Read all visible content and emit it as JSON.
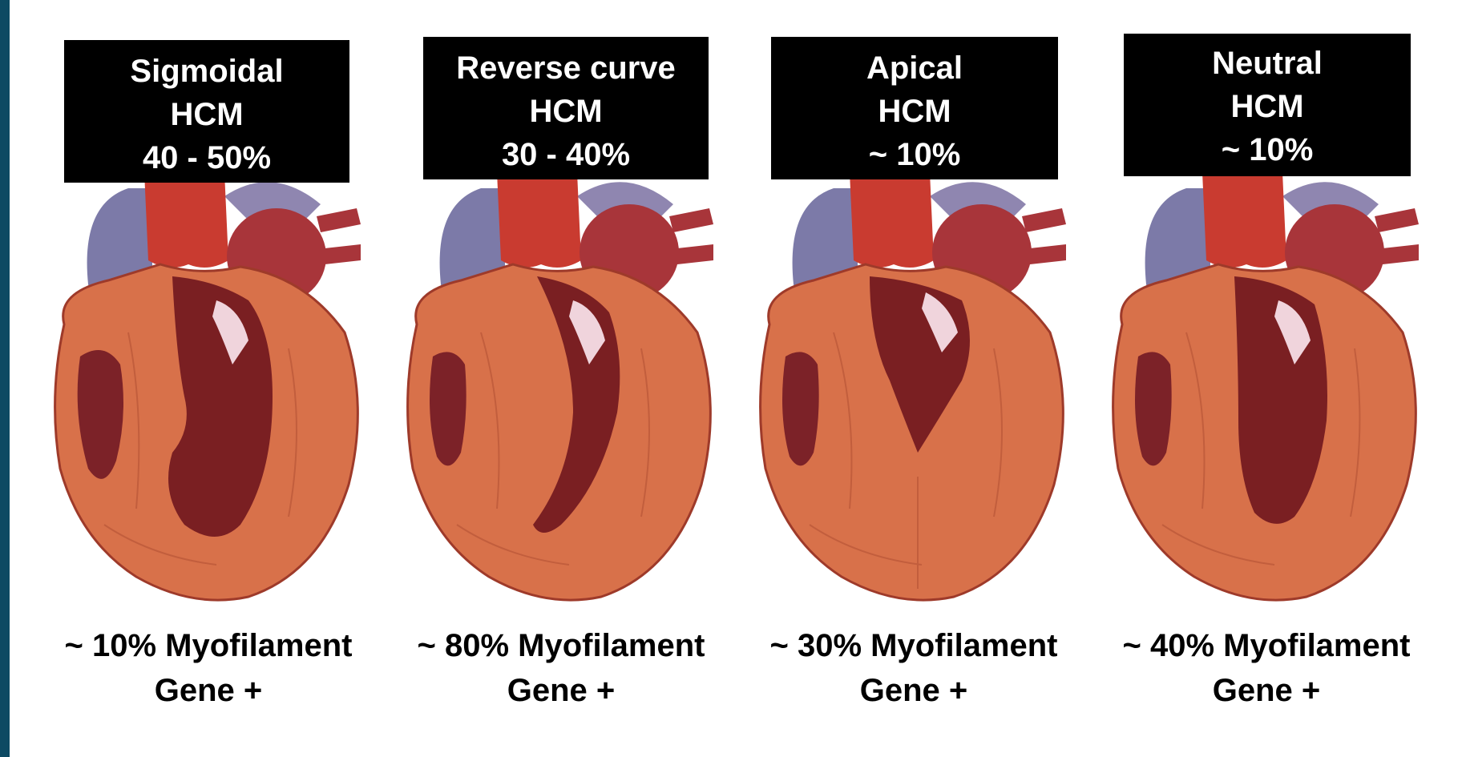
{
  "colors": {
    "frame": "#0d4a63",
    "background": "#ffffff",
    "label_bg": "#000000",
    "label_text": "#ffffff",
    "myocardium": "#d9734a",
    "cavity": "#7a1f22",
    "aorta": "#c8382f",
    "atrium": "#8a2a30",
    "vein": "#6e6e9e"
  },
  "panels": [
    {
      "id": "sigmoidal",
      "title_line1": "Sigmoidal",
      "title_line2": "HCM",
      "prevalence": "40 - 50%",
      "caption_line1": "~ 10% Myofilament",
      "caption_line2": "Gene +",
      "icon": "heart-cross-section-sigmoidal-icon"
    },
    {
      "id": "reverse-curve",
      "title_line1": "Reverse curve",
      "title_line2": "HCM",
      "prevalence": "30 - 40%",
      "caption_line1": "~ 80% Myofilament",
      "caption_line2": "Gene +",
      "icon": "heart-cross-section-reverse-curve-icon"
    },
    {
      "id": "apical",
      "title_line1": "Apical",
      "title_line2": "HCM",
      "prevalence": "~ 10%",
      "caption_line1": "~ 30% Myofilament",
      "caption_line2": "Gene +",
      "icon": "heart-cross-section-apical-icon"
    },
    {
      "id": "neutral",
      "title_line1": "Neutral",
      "title_line2": "HCM",
      "prevalence": "~ 10%",
      "caption_line1": "~ 40% Myofilament",
      "caption_line2": "Gene +",
      "icon": "heart-cross-section-neutral-icon"
    }
  ]
}
